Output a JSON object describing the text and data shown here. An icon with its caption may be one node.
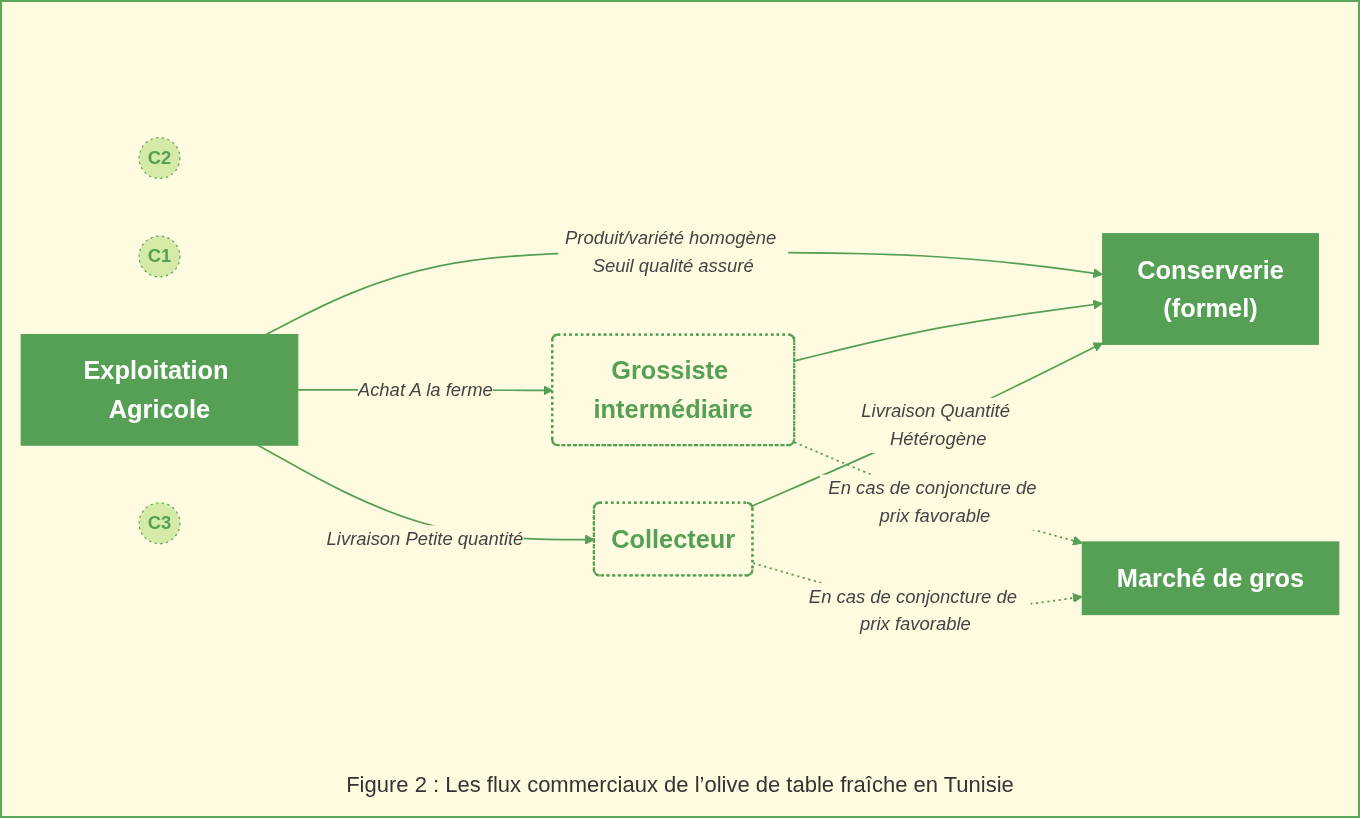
{
  "diagram": {
    "caption": "Figure 2 : Les flux commerciaux de l’olive de table fraîche en Tunisie",
    "nodes": [
      {
        "text": [
          "Grossiste intermédiaire"
        ]
      },
      {
        "text": [
          "C2"
        ]
      },
      {
        "text": [
          "C1"
        ]
      },
      {
        "text": [
          "Exploitation Agricole"
        ]
      },
      {
        "text": [
          "Conserverie",
          "(formel)"
        ]
      },
      {
        "text": [
          "Marché de gros"
        ]
      },
      {
        "text": [
          "C3"
        ]
      },
      {
        "text": [
          "Collecteur"
        ]
      }
    ],
    "edges": [
      {
        "from": 3,
        "to": 0,
        "arrow": "to",
        "label": "Achat A la ferme"
      },
      {
        "from": 3,
        "to": 4,
        "arrow": "to",
        "label": "Produit/variété homogène Seuil qualité assuré"
      },
      {
        "from": 0,
        "to": 4,
        "arrow": "to"
      },
      {
        "from": 0,
        "to": 5,
        "arrow": "to",
        "label": "En cas de conjoncture de prix favorable",
        "style": "dashed"
      },
      {
        "from": 3,
        "to": 7,
        "arrow": "to",
        "label": "Livraison Petite quantité"
      },
      {
        "from": 7,
        "to": 4,
        "arrow": "to",
        "label": "Livraison Quantité Hétérogène"
      },
      {
        "from": 7,
        "to": 5,
        "arrow": "to",
        "label": "En cas de conjoncture de prix favorable",
        "style": "dashed"
      }
    ]
  }
}
